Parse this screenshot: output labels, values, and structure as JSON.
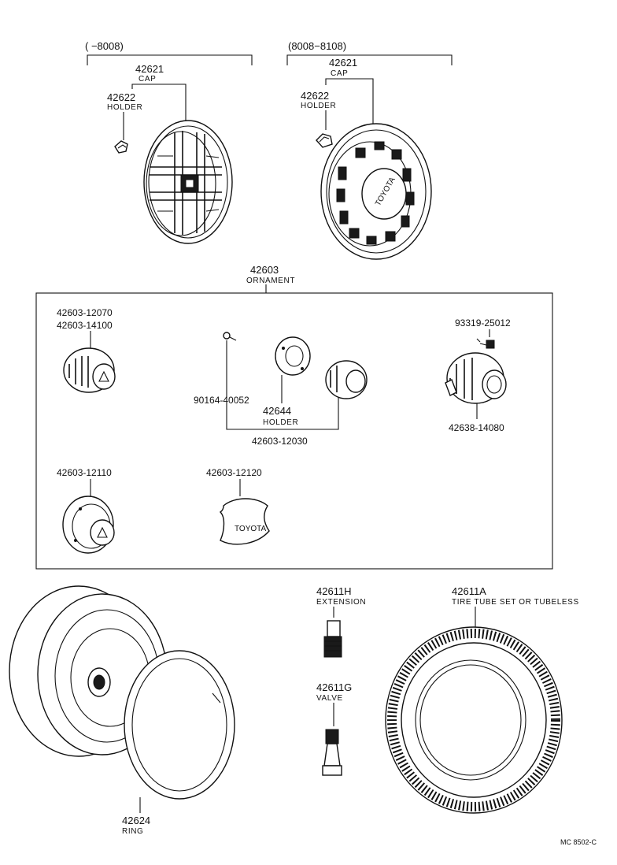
{
  "colors": {
    "ink": "#111111",
    "background": "#ffffff"
  },
  "groups": {
    "left_range": "(      −8008)",
    "right_range": "(8008−8108)"
  },
  "cap_left": {
    "number": "42621",
    "caption": "CAP"
  },
  "holder_left": {
    "number": "42622",
    "caption": "HOLDER"
  },
  "cap_right": {
    "number": "42621",
    "caption": "CAP"
  },
  "holder_right": {
    "number": "42622",
    "caption": "HOLDER"
  },
  "ornament": {
    "number": "42603",
    "caption": "ORNAMENT"
  },
  "ornament_parts": {
    "p1a": "42603-12070",
    "p1b": "42603-14100",
    "screw": "90164-40052",
    "holder_number": "42644",
    "holder_caption": "HOLDER",
    "set": "42603-12030",
    "bolt": "93319-25012",
    "hub": "42638-14080",
    "p2": "42603-12110",
    "p3": "42603-12120"
  },
  "emblem_text": "TOYOTA",
  "extension": {
    "number": "42611H",
    "caption": "EXTENSION"
  },
  "valve": {
    "number": "42611G",
    "caption": "VALVE"
  },
  "tire": {
    "number": "42611A",
    "caption": "TIRE TUBE SET OR TUBELESS"
  },
  "ring": {
    "number": "42624",
    "caption": "RING"
  },
  "footer_code": "MC  8502-C"
}
